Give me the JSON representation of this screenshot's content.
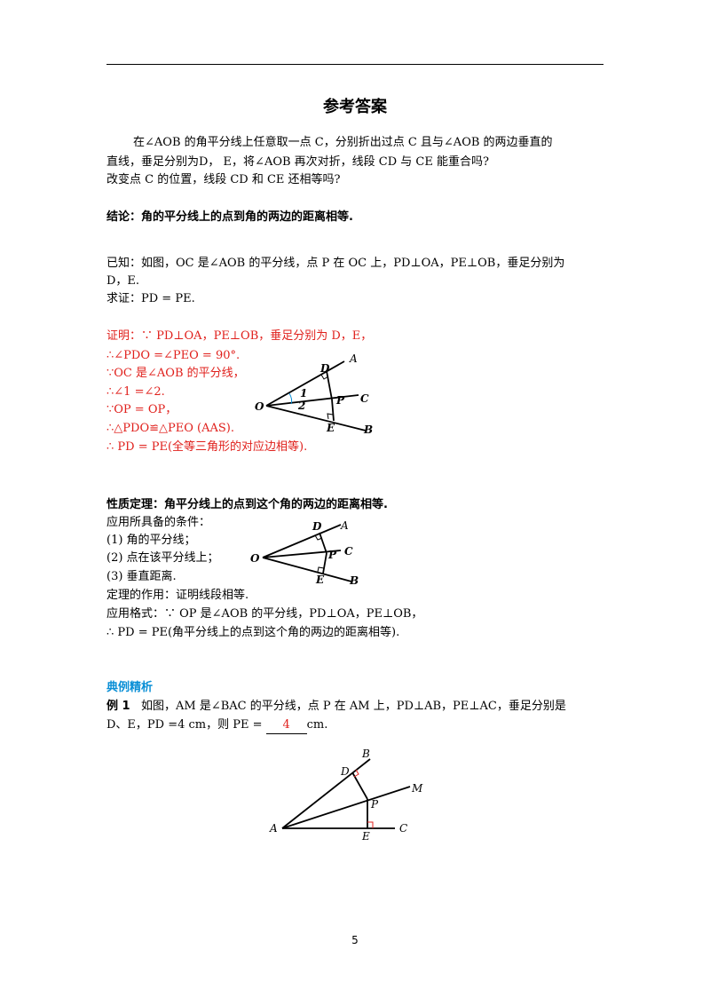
{
  "title": "参考答案",
  "intro": [
    "在∠AOB 的角平分线上任意取一点 C，分别折出过点 C 且与∠AOB 的两边垂直的",
    "直线，垂足分别为D， E，将∠AOB 再次对折，线段 CD 与 CE 能重合吗?",
    "改变点 C 的位置，线段 CD 和 CE 还相等吗?"
  ],
  "conclusion": "结论：角的平分线上的点到角的两边的距离相等.",
  "given": [
    "已知：如图，OC 是∠AOB 的平分线，点 P 在 OC 上，PD⊥OA，PE⊥OB，垂足分别为",
    "D，E.",
    "求证：PD = PE."
  ],
  "proof": [
    "证明：∵ PD⊥OA，PE⊥OB，垂足分别为 D，E，",
    "∴∠PDO =∠PEO = 90°.",
    "∵OC 是∠AOB 的平分线，",
    "∴∠1 =∠2.",
    "∵OP = OP，",
    "∴△PDO≌△PEO (AAS).",
    "∴ PD = PE(全等三角形的对应边相等)."
  ],
  "theorem": "性质定理：角平分线上的点到这个角的两边的距离相等.",
  "conditions": [
    "应用所具备的条件：",
    "(1) 角的平分线；",
    "(2) 点在该平分线上；",
    "(3) 垂直距离."
  ],
  "usage": [
    "定理的作用：证明线段相等.",
    "应用格式：∵ OP 是∠AOB 的平分线，PD⊥OA，PE⊥OB，",
    "∴ PD = PE(角平分线上的点到这个角的两边的距离相等)."
  ],
  "example_heading": "典例精析",
  "example": {
    "label": "例 1",
    "line1": "如图，AM 是∠BAC 的平分线，点 P 在 AM 上，PD⊥AB，PE⊥AC，垂足分别是",
    "line2_pre": "D、E，PD =4 cm，则 PE =",
    "answer": "4",
    "line2_post": "cm."
  },
  "fig1": {
    "O": "O",
    "A": "A",
    "B": "B",
    "C": "C",
    "D": "D",
    "E": "E",
    "P": "P",
    "a1": "1",
    "a2": "2"
  },
  "fig2": {
    "O": "O",
    "A": "A",
    "B": "B",
    "C": "C",
    "D": "D",
    "E": "E",
    "P": "P"
  },
  "fig3": {
    "A": "A",
    "B": "B",
    "C": "C",
    "D": "D",
    "E": "E",
    "M": "M",
    "P": "P"
  },
  "page_number": "5",
  "colors": {
    "proof": "#e0201c",
    "heading": "#0a8fd6"
  }
}
